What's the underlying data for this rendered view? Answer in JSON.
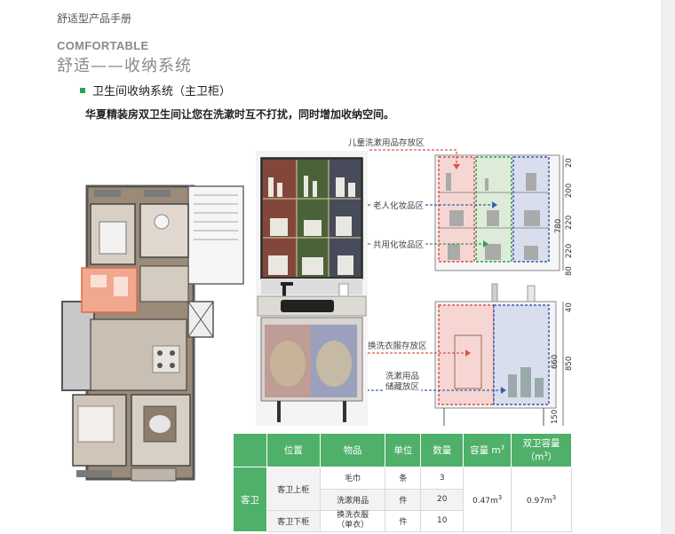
{
  "header": {
    "brochure_title": "舒适型产品手册"
  },
  "section": {
    "title_en": "COMFORTABLE",
    "title_cn": "舒适——收纳系统"
  },
  "subsection": {
    "title": "卫生间收纳系统（主卫柜）"
  },
  "intro": "华夏精装房双卫生间让您在洗漱时互不打扰，同时增加收纳空间。",
  "upper_cabinet": {
    "labels": {
      "children": "儿童洗漱用品存放区",
      "elderly": "老人化妆品区",
      "shared": "共用化妆品区"
    },
    "dims": [
      "20",
      "200",
      "220",
      "220",
      "80",
      "780"
    ],
    "colors": {
      "red": "#d9534f",
      "green": "#3a9a4a",
      "blue": "#3a5fb0"
    }
  },
  "lower_cabinet": {
    "labels": {
      "laundry": "换洗衣服存放区",
      "toiletries_line1": "洗漱用品",
      "toiletries_line2": "储藏放区"
    },
    "dims": [
      "40",
      "660",
      "850",
      "150"
    ]
  },
  "table": {
    "headers": [
      "位置",
      "物品",
      "单位",
      "数量",
      "容量 m³",
      "双卫容量（m³）"
    ],
    "header_capacity_base": "容量 m",
    "header_capacity_sup": "3",
    "header_double_line1": "双卫容量",
    "header_double_line2": "（m",
    "header_double_sup": "3",
    "header_double_end": "）",
    "group": "客卫",
    "rows": [
      {
        "position": "客卫上柜",
        "item": "毛巾",
        "unit": "条",
        "qty": "3"
      },
      {
        "position": "",
        "item": "洗漱用品",
        "unit": "件",
        "qty": "20"
      },
      {
        "position": "客卫下柜",
        "item": "换洗衣服（单衣）",
        "item_line1": "换洗衣服",
        "item_line2": "（单衣）",
        "unit": "件",
        "qty": "10"
      }
    ],
    "capacity": "0.47m³",
    "capacity_base": "0.47m",
    "double_capacity": "0.97m³",
    "double_capacity_base": "0.97m",
    "sup3": "3"
  }
}
